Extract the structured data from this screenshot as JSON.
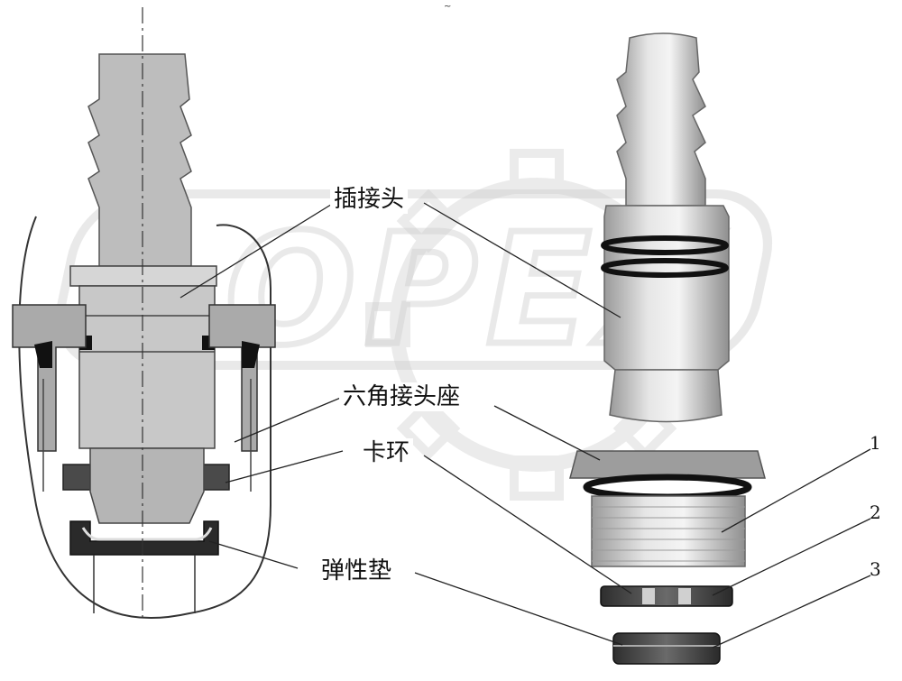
{
  "watermark": {
    "text": "OPEX",
    "icon": "gear-icon"
  },
  "top_mark": "~",
  "labels": {
    "plug_connector": "插接头",
    "hex_connector_seat": "六角接头座",
    "snap_ring": "卡环",
    "elastic_pad": "弹性垫"
  },
  "part_numbers": [
    "1",
    "2",
    "3"
  ]
}
